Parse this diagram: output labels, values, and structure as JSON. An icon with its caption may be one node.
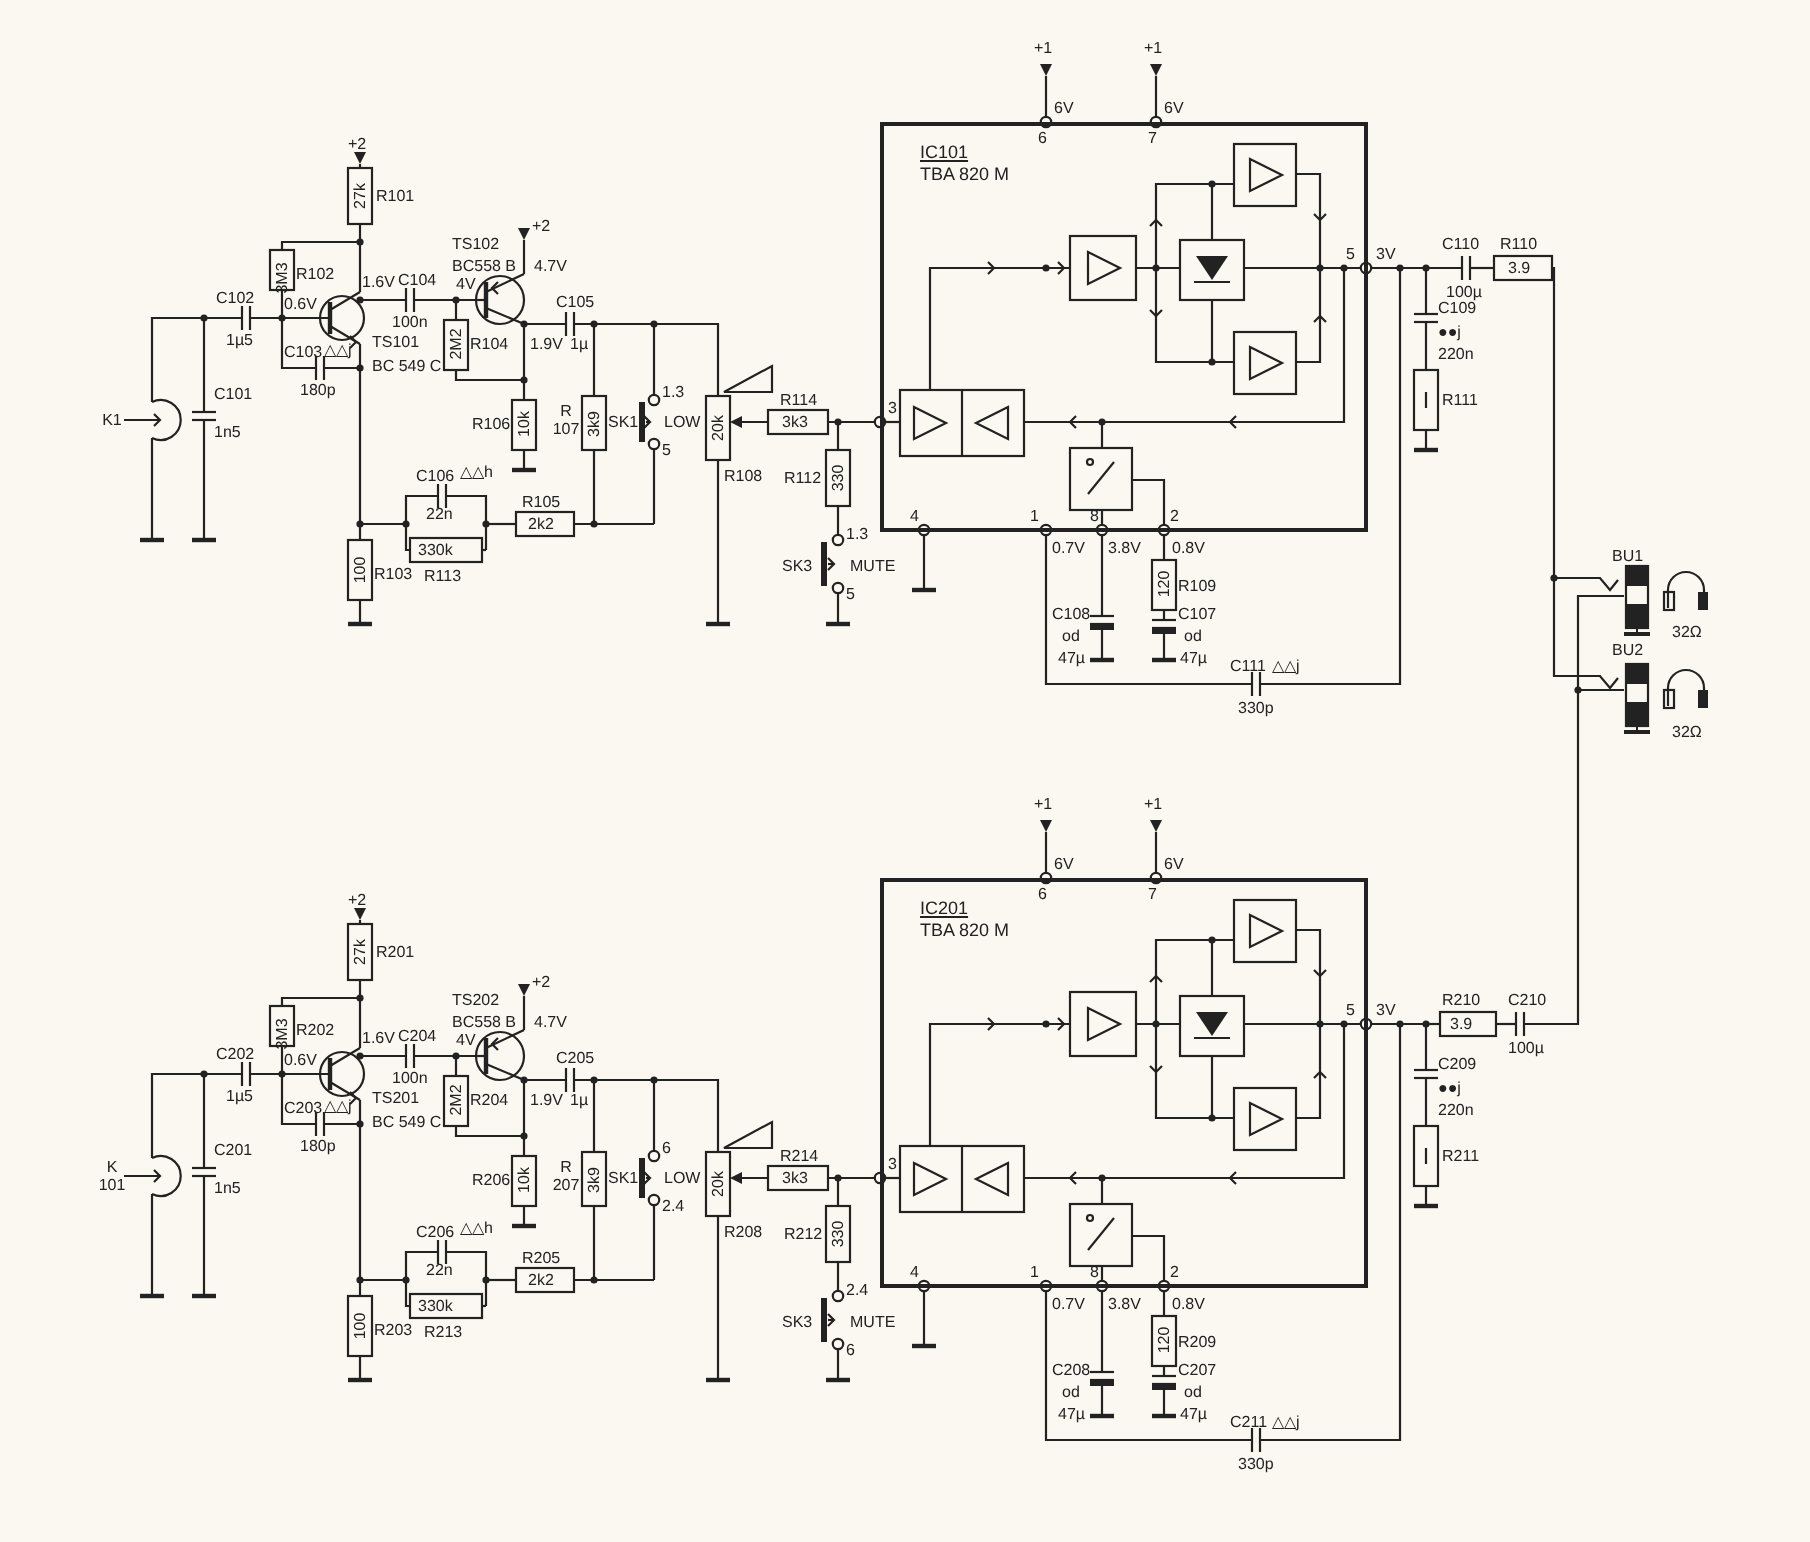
{
  "diagram": {
    "nodes": [
      {
        "text": [
          "IC101",
          "TBA 820 M"
        ]
      },
      {
        "text": [
          "IC201",
          "TBA 820 M"
        ]
      }
    ],
    "labels": [
      "+2",
      "27k",
      "R101",
      "3M3",
      "R102",
      "C102",
      "1µ5",
      "0.6V",
      "1.6V",
      "C104",
      "100n",
      "TS102",
      "BC558 B",
      "+2",
      "4V",
      "4.7V",
      "C105",
      "1.9V",
      "1µ",
      "2M2",
      "R104",
      "C103",
      "△△j",
      "TS101",
      "BC 549 C",
      "180p",
      "K1",
      "C101",
      "1n5",
      "R106",
      "10k",
      "R 107",
      "3k9",
      "SK1",
      "1.3",
      "LOW",
      "5",
      "20k",
      "R108",
      "R114",
      "3k3",
      "R112",
      "330",
      "C106",
      "△△h",
      "22n",
      "R105",
      "2k2",
      "330k",
      "R113",
      "100",
      "R103",
      "1.3",
      "SK3",
      "MUTE",
      "5",
      "+1",
      "6V",
      "6",
      "+1",
      "6V",
      "7",
      "3",
      "5",
      "3V",
      "4",
      "1",
      "0.7V",
      "8",
      "3.8V",
      "2",
      "0.8V",
      "C110",
      "100µ",
      "R110",
      "3.9",
      "C109",
      "●●j",
      "220n",
      "R111",
      "120",
      "R109",
      "C108",
      "od",
      "47µ",
      "C107",
      "od",
      "47µ",
      "C111",
      "△△j",
      "330p",
      "BU1",
      "32Ω",
      "BU2",
      "32Ω",
      "+2",
      "27k",
      "R201",
      "3M3",
      "R202",
      "C202",
      "1µ5",
      "0.6V",
      "1.6V",
      "C204",
      "100n",
      "TS202",
      "BC558 B",
      "+2",
      "4V",
      "4.7V",
      "C205",
      "1.9V",
      "1µ",
      "2M2",
      "R204",
      "C203",
      "△△j",
      "TS201",
      "BC 549 C",
      "180p",
      "K 101",
      "C201",
      "1n5",
      "R206",
      "10k",
      "R 207",
      "3k9",
      "SK1",
      "6",
      "LOW",
      "2.4",
      "20k",
      "R208",
      "R214",
      "3k3",
      "R212",
      "330",
      "C206",
      "△△h",
      "22n",
      "R205",
      "2k2",
      "330k",
      "R213",
      "100",
      "R203",
      "2.4",
      "SK3",
      "MUTE",
      "6",
      "+1",
      "6V",
      "6",
      "+1",
      "6V",
      "7",
      "3",
      "5",
      "3V",
      "4",
      "1",
      "0.7V",
      "8",
      "3.8V",
      "2",
      "0.8V",
      "R210",
      "3.9",
      "C210",
      "100µ",
      "C209",
      "●●j",
      "220n",
      "R211",
      "120",
      "R209",
      "C208",
      "od",
      "47µ",
      "C207",
      "od",
      "47µ",
      "C211",
      "△△j",
      "330p"
    ]
  }
}
